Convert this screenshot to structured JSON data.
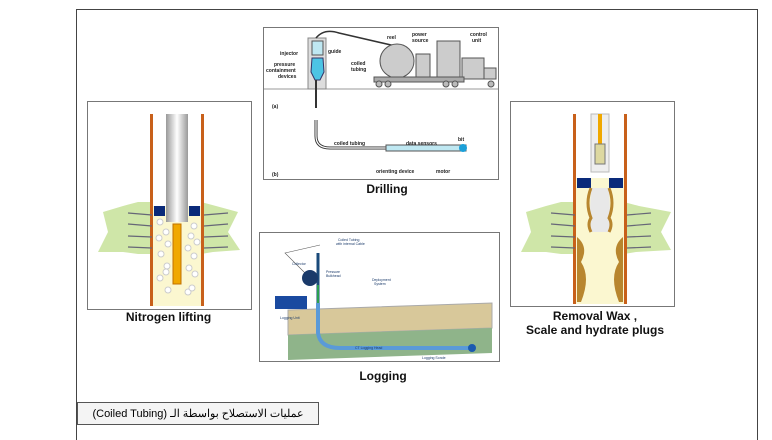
{
  "slide": {
    "footer": "عمليات الاستصلاح بواسطة الـ (Coiled Tubing)",
    "captions": {
      "nitrogen": "Nitrogen  lifting",
      "drilling": "Drilling",
      "logging": "Logging",
      "removal_1": "Removal Wax ,",
      "removal_2": "Scale and  hydrate plugs"
    },
    "drilling_labels": {
      "injector": "injector",
      "guide": "guide",
      "pressure1": "pressure",
      "pressure2": "containment",
      "pressure3": "devices",
      "coiled1": "coiled",
      "coiled2": "tubing",
      "reel": "reel",
      "power1": "power",
      "power2": "source",
      "control1": "control",
      "control2": "unit",
      "a": "(a)",
      "b": "(b)",
      "coiled_tubing": "coiled tubing",
      "data_sensors": "data sensors",
      "bit": "bit",
      "orienting": "orienting device",
      "motor": "motor"
    },
    "logging_labels": {
      "coiled_tubing1": "Coiled Tubing",
      "coiled_tubing2": "with internal Cable",
      "collector": "Collector",
      "pressure1": "Pressure",
      "pressure2": "Bulkhead",
      "deploy1": "Deployment",
      "deploy2": "System",
      "logging_unit": "Logging Unit",
      "ct_head": "CT Logging Head",
      "sonde": "Logging Sonde"
    }
  },
  "colors": {
    "casing": "#c8601a",
    "formation": "#cfe6a8",
    "fluid": "#fbf7d0",
    "packer": "#0a2a7a",
    "tubing_accent": "#f0a800",
    "deposit": "#b8862e"
  }
}
